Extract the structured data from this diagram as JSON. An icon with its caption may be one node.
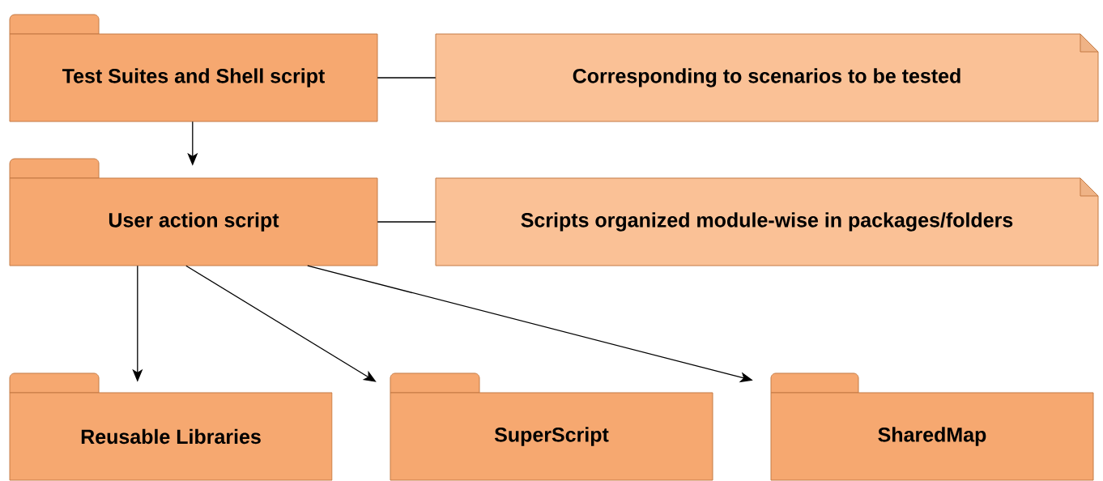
{
  "diagram": {
    "nodes": [
      {
        "text": [
          "Test Suites and Shell script"
        ]
      },
      {
        "text": [
          "Corresponding to scenarios to be tested"
        ]
      },
      {
        "text": [
          "User action script"
        ]
      },
      {
        "text": [
          "Scripts organized module-wise in packages/folders"
        ]
      },
      {
        "text": [
          "Reusable Libraries"
        ]
      },
      {
        "text": [
          "SuperScript"
        ]
      },
      {
        "text": [
          "SharedMap"
        ]
      }
    ],
    "edges": [
      {
        "from": 0,
        "to": 1,
        "arrow": "none"
      },
      {
        "from": 0,
        "to": 2,
        "arrow": "to"
      },
      {
        "from": 2,
        "to": 3,
        "arrow": "none"
      },
      {
        "from": 2,
        "to": 4,
        "arrow": "to"
      },
      {
        "from": 2,
        "to": 5,
        "arrow": "to"
      },
      {
        "from": 2,
        "to": 6,
        "arrow": "to"
      }
    ]
  }
}
